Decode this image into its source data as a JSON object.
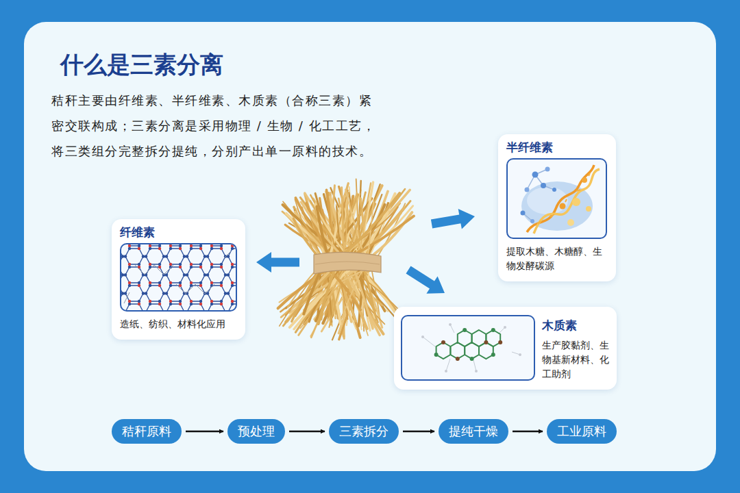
{
  "diagram": {
    "title": "什么是三素分离",
    "nodes": [
      {
        "text": [
          "半纤维素",
          "提取木糖、木糖醇、生物发酵碳源"
        ]
      },
      {
        "text": [
          "纤维素",
          "造纸、纺织、材料化应用"
        ]
      },
      {
        "text": [
          "木质素",
          "生产胶黏剂、生物基新材料、化工助剂"
        ]
      },
      {
        "text": [
          "秸秆原料"
        ]
      },
      {
        "text": [
          "预处理"
        ]
      },
      {
        "text": [
          "三素拆分"
        ]
      },
      {
        "text": [
          "提纯干燥"
        ]
      },
      {
        "text": [
          "工业原料"
        ]
      }
    ],
    "edges": [
      {
        "from": 3,
        "to": 4,
        "arrow": "to"
      },
      {
        "from": 4,
        "to": 5,
        "arrow": "to"
      },
      {
        "from": 5,
        "to": 6,
        "arrow": "to"
      },
      {
        "from": 6,
        "to": 7,
        "arrow": "to"
      }
    ],
    "labels": [
      "秸秆主要由纤维素、半纤维素、木质素（合称三素）紧密交联构成；三素分离是采用物理 / 生物 / 化工工艺，将三类组分完整拆分提纯，分别产出单一原料的技术。"
    ]
  }
}
